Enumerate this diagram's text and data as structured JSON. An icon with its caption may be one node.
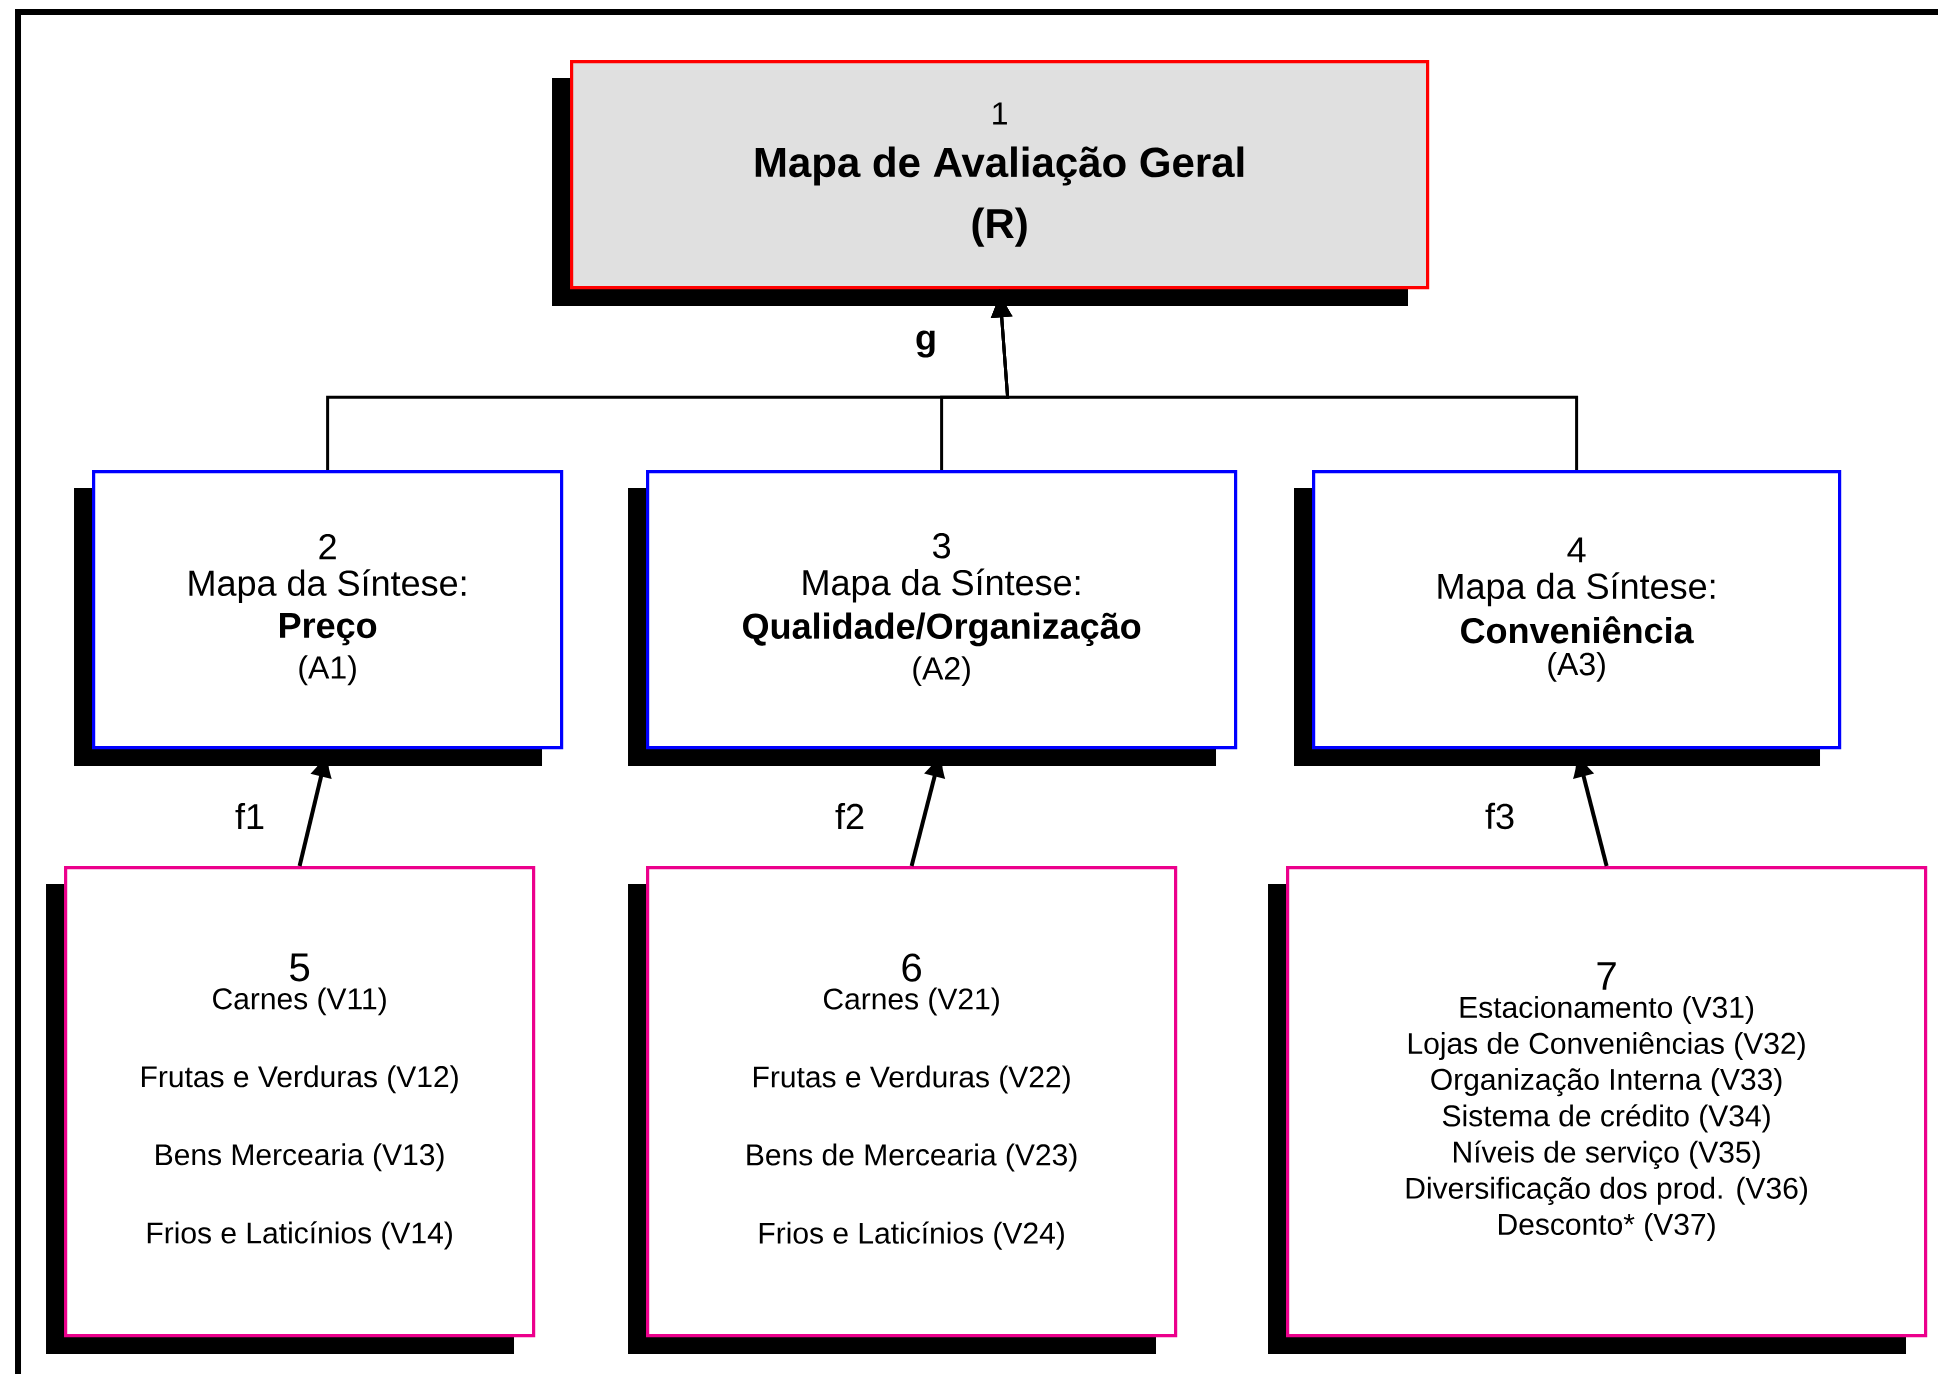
{
  "diagram": {
    "nodes": [
      {
        "text": [
          "1",
          "Mapa de Avaliação Geral",
          "(R)"
        ]
      },
      {
        "text": [
          "2",
          "Mapa da Síntese:",
          "Preço",
          "(A1)"
        ]
      },
      {
        "text": [
          "3",
          "Mapa da Síntese:",
          "Qualidade/Organização",
          "(A2)"
        ]
      },
      {
        "text": [
          "4",
          "Mapa da Síntese:",
          "Conveniência",
          "(A3)"
        ]
      },
      {
        "text": [
          "5",
          "Carnes  (V11)",
          "Frutas e Verduras (V12)",
          "Bens Mercearia (V13)",
          "Frios e Laticínios (V14)"
        ]
      },
      {
        "text": [
          "6",
          "Carnes  (V21)",
          "Frutas e Verduras (V22)",
          "Bens de Mercearia (V23)",
          "Frios e Laticínios (V24)"
        ]
      },
      {
        "text": [
          "7",
          "Estacionamento     (V31)",
          "Lojas de Conveniências    (V32)",
          "Organização Interna    (V33)",
          "Sistema de crédito   (V34)",
          "Níveis de serviço   (V35)",
          "Diversificação dos prod.  (V36)",
          "Desconto*  (V37)"
        ]
      }
    ],
    "edges": [
      {
        "from": 1,
        "to": 0,
        "arrow": "to",
        "label": "g"
      },
      {
        "from": 2,
        "to": 0,
        "arrow": "to"
      },
      {
        "from": 3,
        "to": 0,
        "arrow": "to"
      },
      {
        "from": 4,
        "to": 1,
        "arrow": "to",
        "label": "f1"
      },
      {
        "from": 5,
        "to": 2,
        "arrow": "to",
        "label": "f2"
      },
      {
        "from": 6,
        "to": 3,
        "arrow": "to",
        "label": "f3"
      }
    ]
  }
}
